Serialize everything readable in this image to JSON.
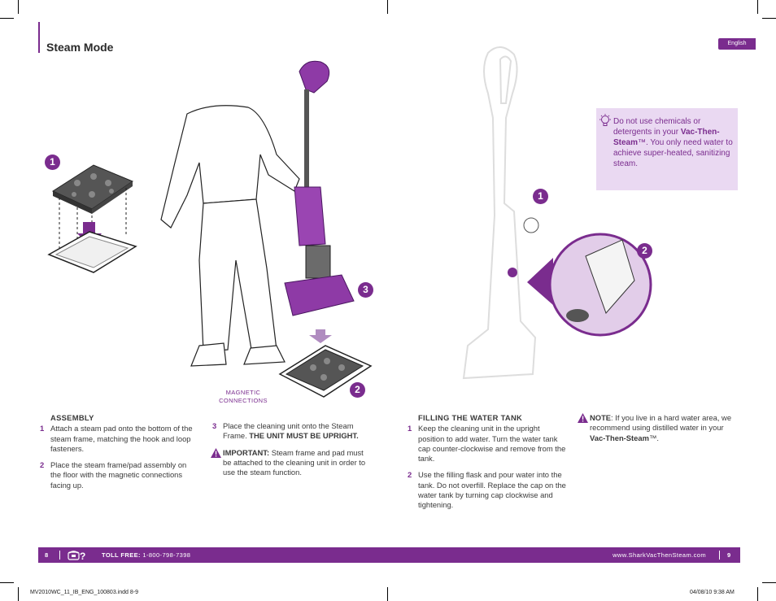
{
  "header": {
    "title": "Steam Mode",
    "language_tab": "English"
  },
  "tip": {
    "text_before": "Do not use chemicals or detergents in your ",
    "brand": "Vac-Then-Steam",
    "text_after": "™. You only need water to achieve super-heated, sanitizing steam."
  },
  "badges": {
    "one": "1",
    "two": "2",
    "three": "3"
  },
  "magnetic_label": "MAGNETIC CONNECTIONS",
  "assembly": {
    "heading": "ASSEMBLY",
    "steps": [
      {
        "num": "1",
        "text": "Attach a steam pad onto the bottom of the steam frame, matching the hook and loop fasteners."
      },
      {
        "num": "2",
        "text": "Place the steam frame/pad assembly on the floor with the magnetic connections facing up."
      }
    ]
  },
  "assembly_step3": {
    "num": "3",
    "text": "Place the cleaning unit onto the Steam Frame. ",
    "bold": "THE UNIT MUST BE UPRIGHT.",
    "important_label": "IMPORTANT:",
    "important_text": " Steam frame and pad must be attached to the cleaning unit in order to use the steam function."
  },
  "filling": {
    "heading": "FILLING THE WATER TANK",
    "steps": [
      {
        "num": "1",
        "text": "Keep the cleaning unit in the upright position to add water. Turn the water tank cap counter-clockwise and remove from the tank."
      },
      {
        "num": "2",
        "text": "Use the filling flask and pour water into the tank. Do not overfill. Replace the cap on the water tank by turning cap clockwise and tightening."
      }
    ]
  },
  "note": {
    "label": "NOTE",
    "text": ": If you live in a hard water area, we recommend using distilled water in your ",
    "brand": "Vac-Then-Steam",
    "end": "™."
  },
  "footer": {
    "page_left": "8",
    "toll_label": "TOLL FREE:",
    "toll_number": " 1-800-798-7398",
    "website": "www.SharkVacThenSteam.com",
    "page_right": "9"
  },
  "slug": {
    "left": "MV2010WC_11_IB_ENG_100803.indd   8-9",
    "right": "04/08/10   9:38 AM"
  },
  "colors": {
    "accent": "#7a2c8e",
    "tip_bg": "#ead9f2"
  }
}
